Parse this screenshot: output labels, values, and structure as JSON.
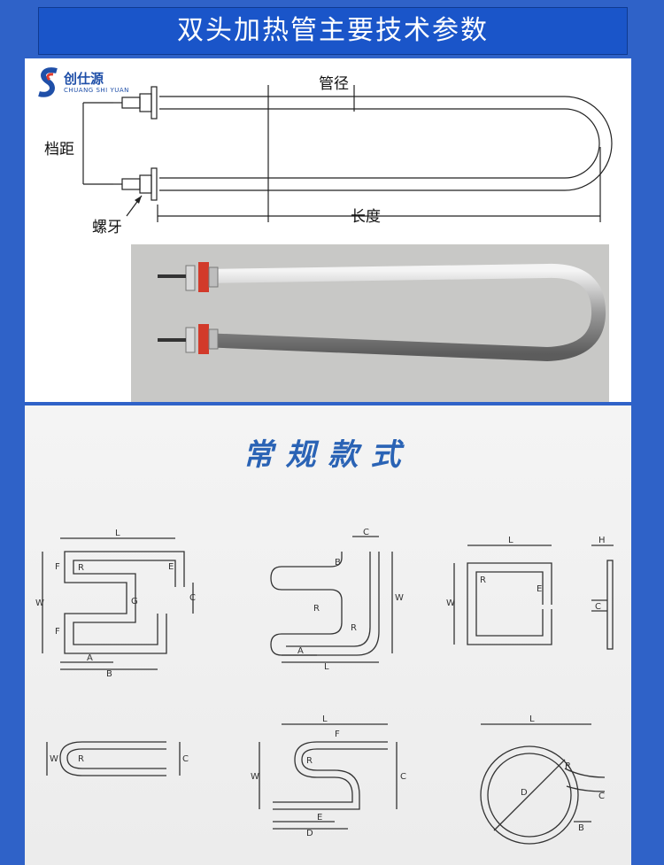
{
  "header": {
    "title": "双头加热管主要技术参数"
  },
  "logo": {
    "name": "创仕源",
    "subtitle": "CHUANG SHI YUAN"
  },
  "diagram": {
    "labels": {
      "tube_diameter": "管径",
      "spacing": "档距",
      "length": "长度",
      "thread": "螺牙"
    }
  },
  "section": {
    "title": "常规款式"
  },
  "styles": [
    {
      "id": "style-1",
      "labels": [
        "L",
        "F",
        "R",
        "W",
        "E",
        "G",
        "F",
        "C",
        "A",
        "B"
      ]
    },
    {
      "id": "style-2",
      "labels": [
        "C",
        "B",
        "R",
        "W",
        "R",
        "A",
        "L"
      ]
    },
    {
      "id": "style-3",
      "labels": [
        "L",
        "H",
        "R",
        "W",
        "E",
        "C"
      ]
    },
    {
      "id": "style-4",
      "labels": [
        "W",
        "R",
        "C"
      ]
    },
    {
      "id": "style-5",
      "labels": [
        "L",
        "F",
        "R",
        "W",
        "C",
        "E",
        "D"
      ]
    },
    {
      "id": "style-6",
      "labels": [
        "L",
        "R",
        "D",
        "C",
        "B"
      ]
    }
  ],
  "colors": {
    "background": "#2f62c8",
    "title_bar": "#1a55c9",
    "section_title": "#2a63b5"
  }
}
